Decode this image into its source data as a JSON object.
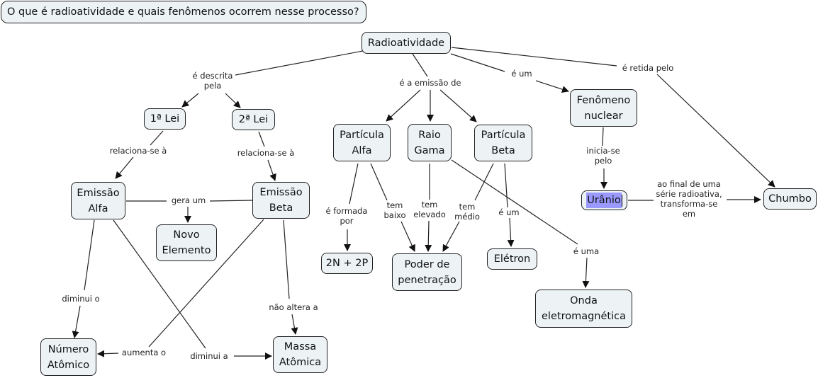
{
  "title": "O que é radioatividade e quais fenômenos ocorrem nesse processo?",
  "colors": {
    "node_fill": "#edf3f5",
    "node_border": "#222222",
    "selection": "#9999ff",
    "line": "#222222"
  },
  "nodes": {
    "radioatividade": "Radioatividade",
    "lei1": "1ª Lei",
    "lei2": "2ª Lei",
    "emissao_alfa": "Emissão\nAlfa",
    "emissao_beta": "Emissão\nBeta",
    "novo_elemento": "Novo\nElemento",
    "numero_atomico": "Número\nAtômico",
    "massa_atomica": "Massa\nAtômica",
    "particula_alfa": "Partícula\nAlfa",
    "raio_gama": "Raio\nGama",
    "particula_beta": "Partícula\nBeta",
    "dois_n_dois_p": "2N + 2P",
    "poder_penetracao": "Poder de\npenetração",
    "eletron": "Elétron",
    "onda": "Onda\neletromagnética",
    "fenomeno_nuclear": "Fenômeno\nnuclear",
    "uranio": "Urânio",
    "chumbo": "Chumbo"
  },
  "links": {
    "e_descrita_pela": "é descrita\npela",
    "relaciona_1": "relaciona-se à",
    "relaciona_2": "relaciona-se à",
    "gera_um": "gera um",
    "diminui_o": "diminui o",
    "diminui_a": "diminui a",
    "aumenta_o": "aumenta o",
    "nao_altera_a": "não altera a",
    "e_a_emissao_de": "é a emissão de",
    "e_formada_por": "é formada\npor",
    "tem_baixo": "tem\nbaixo",
    "tem_elevado": "tem\nelevado",
    "tem_medio": "tem\nmédio",
    "e_um_eletron": "é um",
    "e_uma": "é uma",
    "e_um": "é um",
    "e_retida_pelo": "é retida pelo",
    "inicia_se_pelo": "inicia-se\npelo",
    "ao_final": "ao final de uma\nsérie radioativa,\ntransforma-se\nem"
  }
}
